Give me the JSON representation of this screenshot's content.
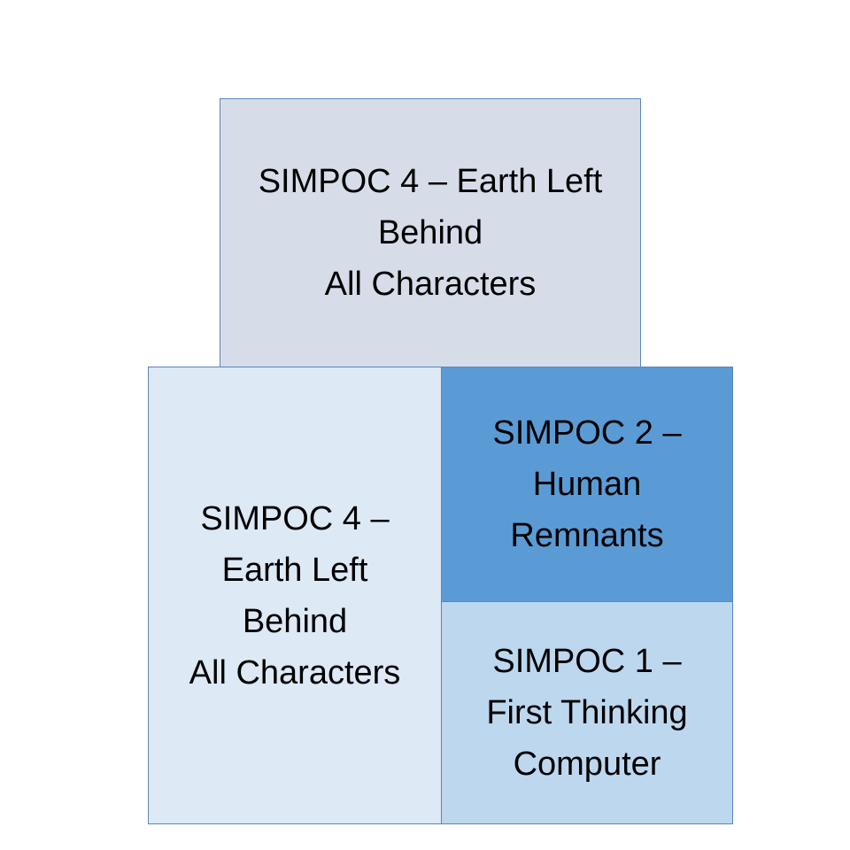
{
  "boxes": [
    {
      "id": "box-top",
      "color": "#d6dde8",
      "lines": [
        "SIMPOC 4 – Earth Left",
        "Behind",
        "All Characters"
      ]
    },
    {
      "id": "box-left",
      "color": "#dde9f5",
      "lines": [
        "SIMPOC 4 –",
        "Earth Left",
        "Behind",
        "All Characters"
      ]
    },
    {
      "id": "box-right-top",
      "color": "#5b9bd5",
      "lines": [
        "SIMPOC 2 –",
        "Human",
        "Remnants"
      ]
    },
    {
      "id": "box-right-bottom",
      "color": "#bdd7ee",
      "lines": [
        "SIMPOC 1 –",
        "First Thinking",
        "Computer"
      ]
    }
  ]
}
